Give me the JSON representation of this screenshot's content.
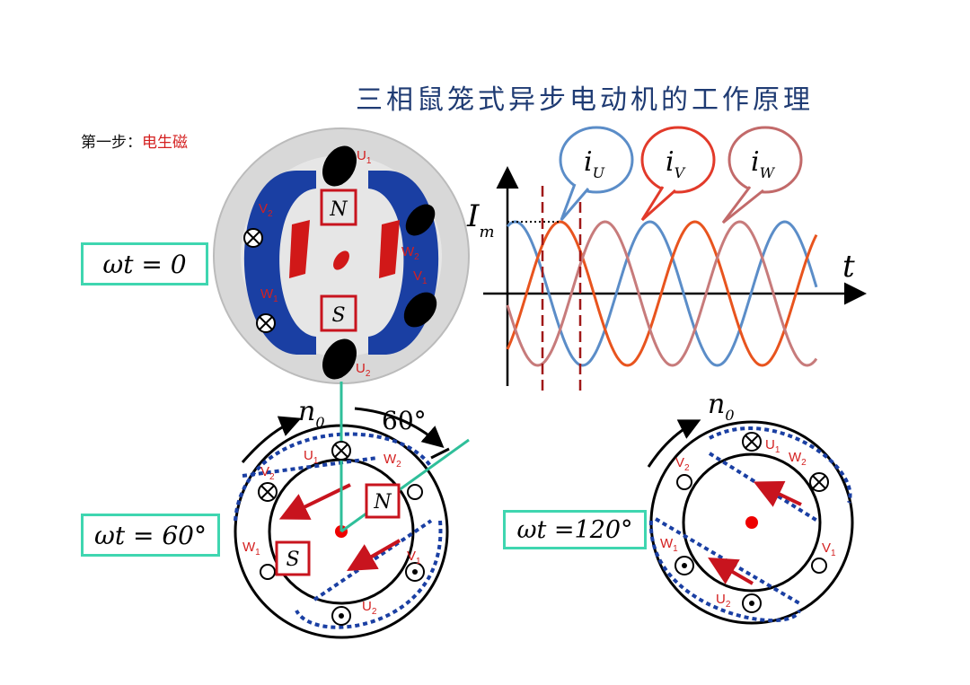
{
  "title": "三相鼠笼式异步电动机的工作原理",
  "step": {
    "prefix": "第一步：",
    "highlight": "电生磁"
  },
  "boxes": {
    "wt0": "ωt = 0",
    "wt60": "ωt = 60°",
    "wt120": "ωt =120°"
  },
  "winding_labels": {
    "U": "U",
    "V": "V",
    "W": "W",
    "one": "1",
    "two": "2"
  },
  "poles": {
    "north": "N",
    "south": "S"
  },
  "speed_label": {
    "n": "n",
    "sub": "0"
  },
  "angle_label": "60°",
  "waveform": {
    "amplitude_label": {
      "I": "I",
      "sub": "m"
    },
    "time_label": "t",
    "bubbles": [
      {
        "i": "i",
        "sub": "U",
        "color": "#5b8dc8"
      },
      {
        "i": "i",
        "sub": "V",
        "color": "#e23a2a"
      },
      {
        "i": "i",
        "sub": "W",
        "color": "#c26a6a"
      }
    ],
    "series_colors": {
      "U": "#5b8dc8",
      "V": "#e8541e",
      "W": "#c77b7b"
    }
  },
  "colors": {
    "box_border": "#3fd6b0",
    "label_red": "#d42020",
    "winding_blue": "#1a3fa3",
    "title": "#1f3b73"
  }
}
